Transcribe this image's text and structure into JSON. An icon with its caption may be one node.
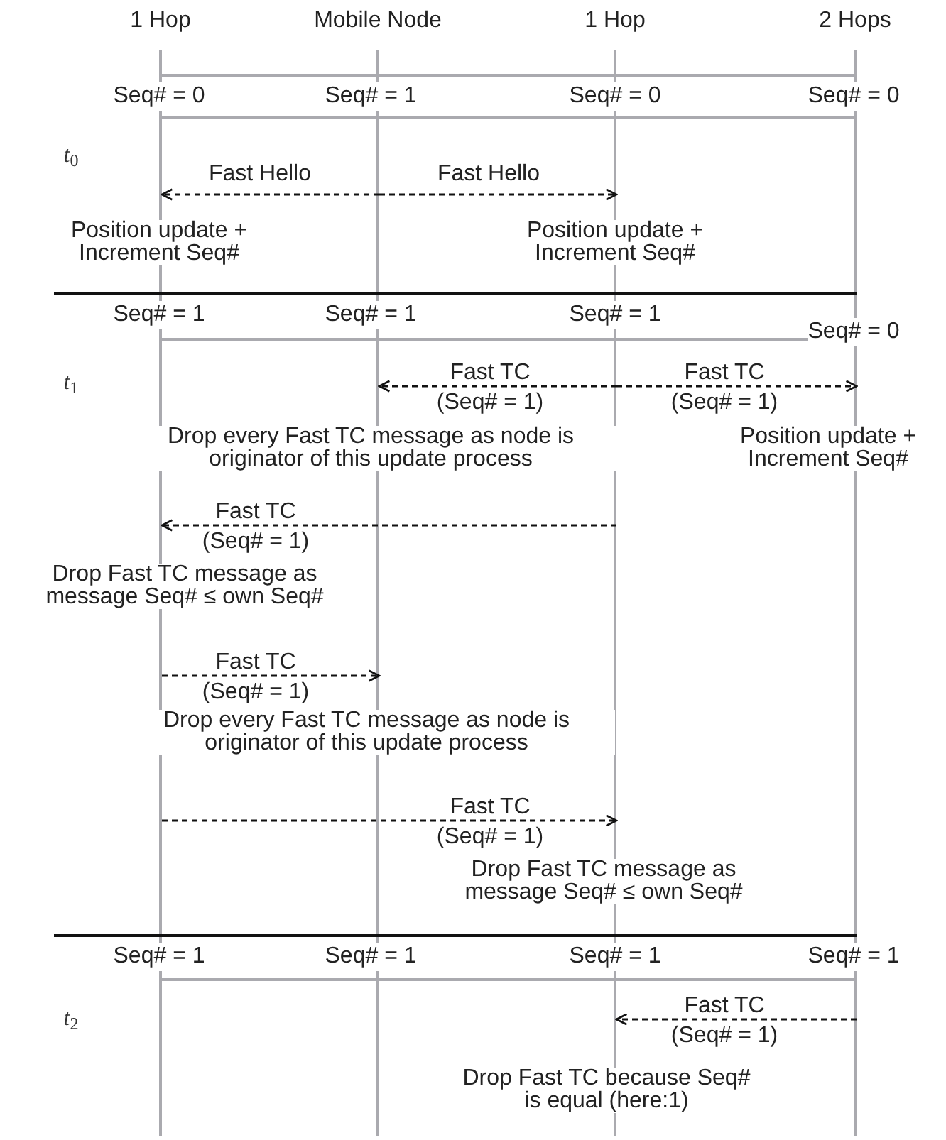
{
  "diagram": {
    "nodes": [
      {
        "text": [
          "1 Hop"
        ]
      },
      {
        "text": [
          "Mobile Node"
        ]
      },
      {
        "text": [
          "1 Hop"
        ]
      },
      {
        "text": [
          "2 Hops"
        ]
      }
    ],
    "edges": [
      {
        "from": 1,
        "to": 0,
        "arrow": "to",
        "label": "Fast Hello",
        "style": "dashed"
      },
      {
        "from": 1,
        "to": 2,
        "arrow": "to",
        "label": "Fast Hello",
        "style": "dashed"
      },
      {
        "from": 2,
        "to": 1,
        "arrow": "to",
        "label": "Fast TC (Seq# = 1)",
        "style": "dashed"
      },
      {
        "from": 2,
        "to": 3,
        "arrow": "to",
        "label": "Fast TC (Seq# = 1)",
        "style": "dashed"
      },
      {
        "from": 2,
        "to": 0,
        "arrow": "to",
        "label": "Fast TC (Seq# = 1)",
        "style": "dashed"
      },
      {
        "from": 0,
        "to": 1,
        "arrow": "to",
        "label": "Fast TC (Seq# = 1)",
        "style": "dashed"
      },
      {
        "from": 0,
        "to": 2,
        "arrow": "to",
        "label": "Fast TC (Seq# = 1)",
        "style": "dashed"
      },
      {
        "from": 3,
        "to": 2,
        "arrow": "to",
        "label": "Fast TC (Seq# = 1)",
        "style": "dashed"
      }
    ],
    "labels": [
      "Seq# = 0",
      "Seq# = 1",
      "Seq# = 0",
      "Seq# = 0",
      "*t*$_{0}$",
      "Position update + Increment Seq#",
      "Position update + Increment Seq#",
      "Seq# = 1",
      "Seq# = 1",
      "Seq# = 1",
      "Seq# = 0",
      "*t*$_{1}$",
      "Drop every Fast TC message as node is originator of this update process",
      "Position update + Increment Seq#",
      "Drop Fast TC message as message Seq# ≤ own Seq#",
      "Drop every Fast TC message as node is originator of this update process",
      "Drop Fast TC message as message Seq# ≤ own Seq#",
      "Seq# = 1",
      "Seq# = 1",
      "Seq# = 1",
      "Seq# = 1",
      "*t*$_{2}$",
      "Drop Fast TC because Seq# is equal (here:1)"
    ]
  }
}
